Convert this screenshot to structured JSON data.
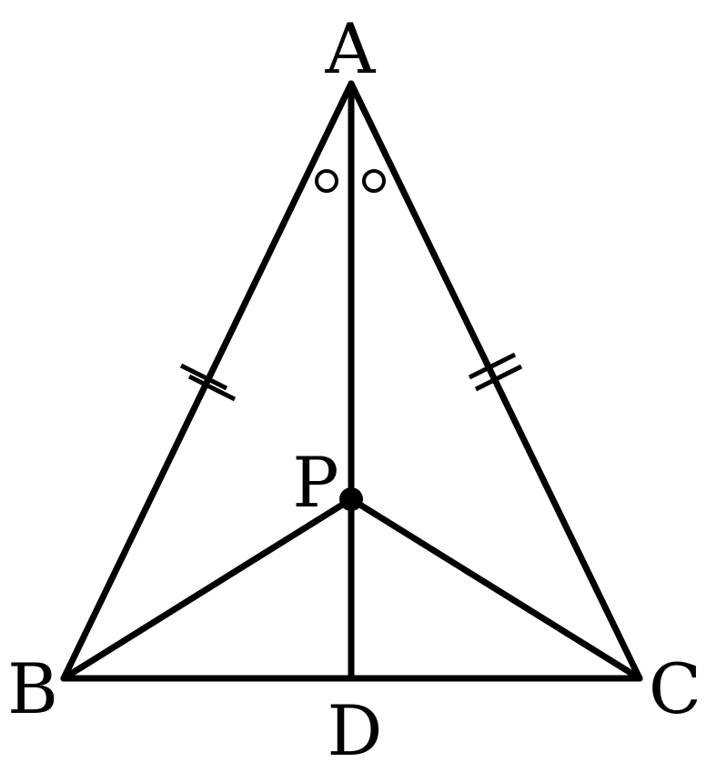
{
  "diagram": {
    "type": "isosceles triangle with interior point",
    "labels": {
      "A": "A",
      "B": "B",
      "C": "C",
      "D": "D",
      "P": "P"
    },
    "segments": [
      "AB",
      "AC",
      "BC",
      "AD",
      "PB",
      "PC"
    ],
    "marks": {
      "equal_sides": [
        "AB",
        "AC"
      ],
      "equal_angles": [
        "BAP",
        "CAP"
      ]
    },
    "colors": {
      "stroke": "#000000",
      "background": "#ffffff"
    }
  }
}
